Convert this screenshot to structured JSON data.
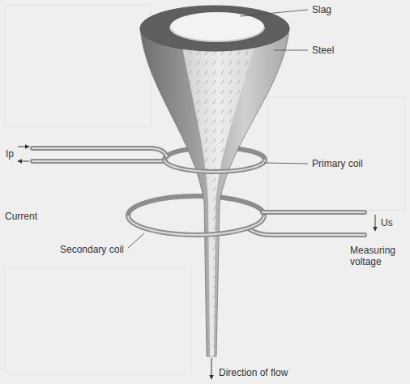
{
  "diagram": {
    "labels": [
      "Slag",
      "Steel",
      "Ip",
      "Current",
      "Primary coil",
      "Secondary coil",
      "Us",
      "Measuring voltage",
      "Direction of flow"
    ]
  }
}
